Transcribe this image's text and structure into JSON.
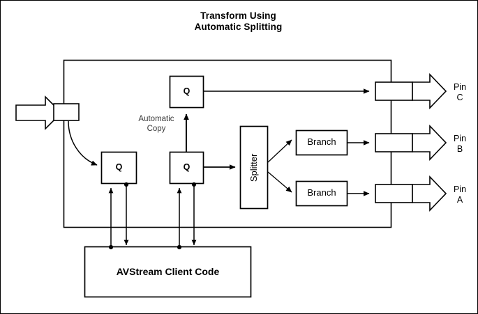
{
  "diagram": {
    "title": "Transform Using\nAutomatic Splitting",
    "title_line1": "Transform Using",
    "title_line2": "Automatic Splitting",
    "outer_container_name": "transform-filter-boundary",
    "notes": {
      "automatic_copy": "Automatic\nCopy"
    },
    "nodes": {
      "queue_top": "Q",
      "queue_left": "Q",
      "queue_middle": "Q",
      "splitter": "Splitter",
      "branch_upper": "Branch",
      "branch_lower": "Branch",
      "client_code": "AVStream Client Code"
    },
    "pins": [
      {
        "id": "pin-c",
        "label": "Pin\nC",
        "line1": "Pin",
        "line2": "C"
      },
      {
        "id": "pin-b",
        "label": "Pin\nB",
        "line1": "Pin",
        "line2": "B"
      },
      {
        "id": "pin-a",
        "label": "Pin\nA",
        "line1": "Pin",
        "line2": "A"
      }
    ],
    "input": {
      "name": "input-pin-arrow",
      "label": ""
    },
    "colors": {
      "background": "#ffffff",
      "stroke": "#000000",
      "note_text": "#3a3a3a",
      "text": "#000000"
    }
  }
}
